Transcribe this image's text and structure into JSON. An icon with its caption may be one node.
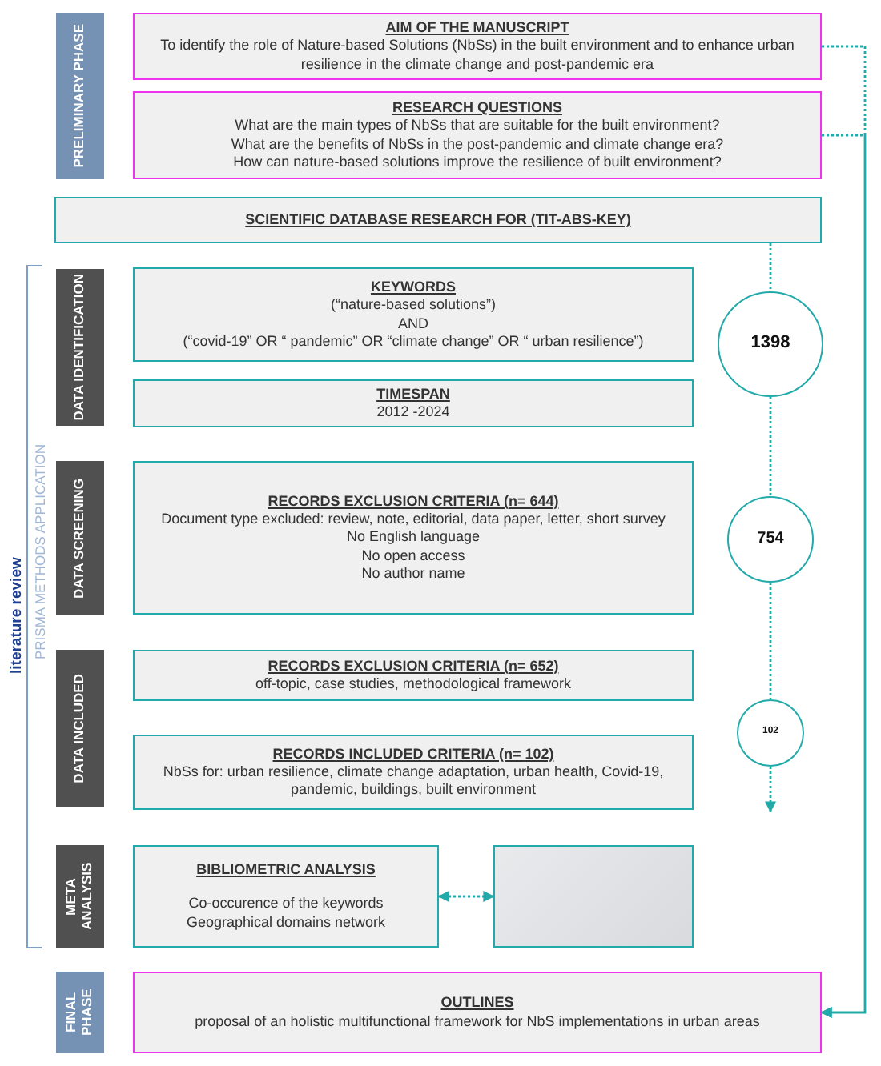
{
  "diagram": {
    "nodes": [
      {
        "text": [
          "PRELIMINARY PHASE"
        ]
      },
      {
        "text": [
          "AIM OF THE MANUSCRIPT",
          "To identify the role of Nature-based Solutions (NbSs) in the built environment and to enhance urban resilience in the climate change and post-pandemic era"
        ]
      },
      {
        "text": [
          "RESEARCH QUESTIONS",
          "What are the main types of NbSs that are suitable for the built environment?",
          "What are the benefits of NbSs in the post-pandemic and climate change era?",
          "How can nature-based solutions improve the resilience of built environment?"
        ]
      },
      {
        "text": [
          "SCIENTIFIC DATABASE RESEARCH FOR (TIT-ABS-KEY)"
        ]
      },
      {
        "text": [
          "DATA IDENTIFICATION"
        ]
      },
      {
        "text": [
          "KEYWORDS",
          "(“nature-based solutions”)",
          "AND",
          "(“covid-19” OR “ pandemic” OR “climate change” OR “ urban resilience”)"
        ]
      },
      {
        "text": [
          "1398"
        ]
      },
      {
        "text": [
          "TIMESPAN",
          "2012 -2024"
        ]
      },
      {
        "text": [
          "DATA SCREENING"
        ]
      },
      {
        "text": [
          "RECORDS EXCLUSION CRITERIA (n= 644)",
          "Document type excluded: review, note, editorial, data paper, letter, short survey",
          "No English language",
          "No open access",
          "No author name"
        ]
      },
      {
        "text": [
          "754"
        ]
      },
      {
        "text": [
          "DATA INCLUDED"
        ]
      },
      {
        "text": [
          "RECORDS EXCLUSION CRITERIA (n= 652)",
          "off-topic, case studies, methodological framework"
        ]
      },
      {
        "text": [
          "102"
        ]
      },
      {
        "text": [
          "RECORDS INCLUDED CRITERIA (n= 102)",
          "NbSs for: urban resilience, climate change adaptation, urban health, Covid-19, pandemic, buildings, built environment"
        ]
      },
      {
        "text": [
          "META ANALYSIS"
        ]
      },
      {
        "text": [
          "BIBLIOMETRIC ANALYSIS",
          "Co-occurence of the keywords",
          "Geographical domains network"
        ]
      },
      {
        "text": [],
        "shape": "box"
      },
      {
        "text": [
          "FINAL PHASE"
        ]
      },
      {
        "text": [
          "OUTLINES",
          "proposal of an holistic multifunctional framework for NbS implementations in urban areas"
        ]
      }
    ],
    "edges": [
      {
        "from": 3,
        "to": 6,
        "arrow": "none",
        "style": "dashed"
      },
      {
        "from": 6,
        "to": 10,
        "arrow": "none",
        "style": "dashed"
      },
      {
        "from": 10,
        "to": 13,
        "arrow": "none",
        "style": "dashed"
      },
      {
        "from": 13,
        "to": null,
        "arrow": "to",
        "style": "dashed"
      },
      {
        "from": 16,
        "to": 17,
        "arrow": "both",
        "style": "dashed"
      },
      {
        "from": 1,
        "to": 19,
        "arrow": "to",
        "style": "dashed"
      },
      {
        "from": 2,
        "to": 19,
        "arrow": "to",
        "style": "dashed"
      }
    ],
    "labels": [
      "literature review",
      "PRISMA METHODS APPLICATION"
    ]
  }
}
